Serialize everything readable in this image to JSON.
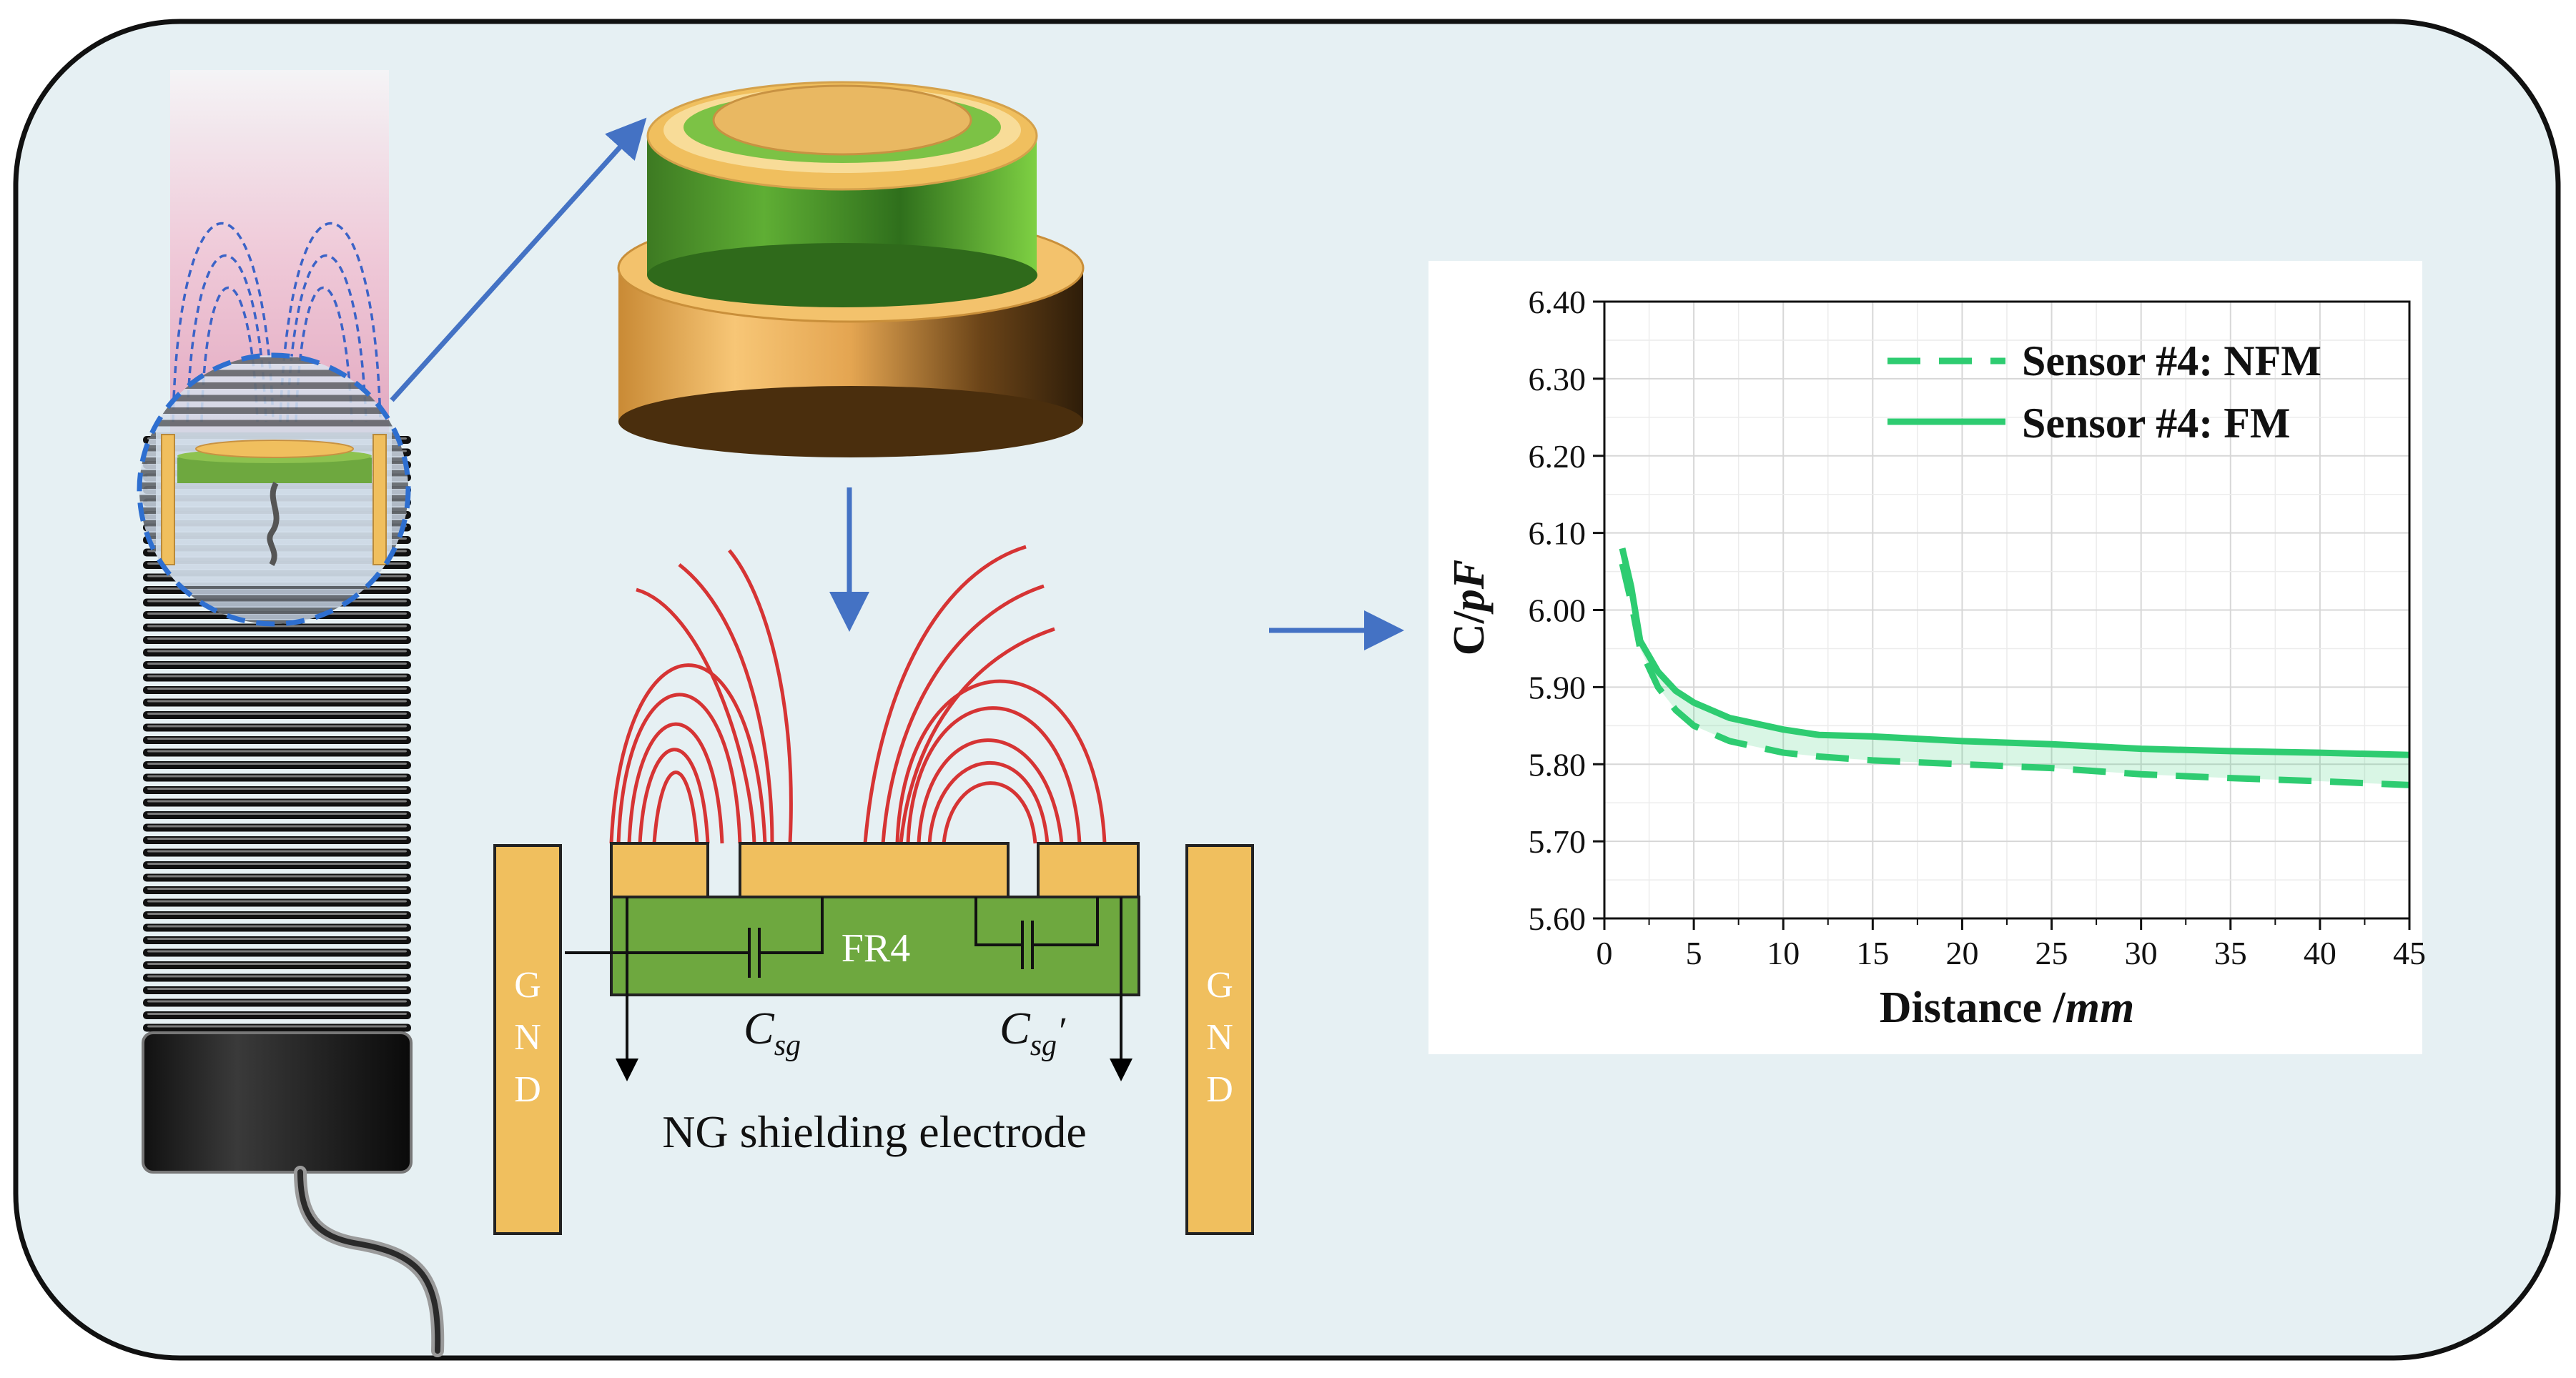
{
  "diagram": {
    "dielectric_label": "FR4",
    "cap_left_symbol": "C",
    "cap_left_sub": "sg",
    "cap_right_symbol": "C",
    "cap_right_sub": "sg",
    "cap_right_prime": "′",
    "gnd_letters": [
      "G",
      "N",
      "D"
    ],
    "shield_label": "NG shielding electrode"
  },
  "colors": {
    "panel_bg": "#e6f0f3",
    "copper": "#f0bf5e",
    "fr4": "#6ea83f",
    "field_lines": "#d63434",
    "arrow": "#4472c4",
    "series": "#2ecc71"
  },
  "chart_data": {
    "type": "line",
    "xlabel_main": "Distance /",
    "xlabel_unit": "mm",
    "ylabel_main": "C/",
    "ylabel_unit": "pF",
    "xlim": [
      0,
      45
    ],
    "ylim": [
      5.6,
      6.4
    ],
    "x_ticks": [
      "0",
      "5",
      "10",
      "15",
      "20",
      "25",
      "30",
      "35",
      "40",
      "45"
    ],
    "y_ticks": [
      "5.60",
      "5.70",
      "5.80",
      "5.90",
      "6.00",
      "6.10",
      "6.20",
      "6.30",
      "6.40"
    ],
    "grid": true,
    "legend_position": "top-right",
    "series": [
      {
        "name": "Sensor #4: NFM",
        "style": "dashed",
        "x": [
          1,
          1.5,
          2,
          3,
          4,
          5,
          7,
          10,
          12,
          15,
          20,
          25,
          30,
          35,
          40,
          45
        ],
        "y": [
          6.06,
          6.01,
          5.95,
          5.9,
          5.87,
          5.85,
          5.83,
          5.815,
          5.81,
          5.805,
          5.8,
          5.795,
          5.787,
          5.782,
          5.778,
          5.773
        ]
      },
      {
        "name": "Sensor #4: FM",
        "style": "solid",
        "x": [
          1,
          1.5,
          2,
          3,
          4,
          5,
          7,
          10,
          12,
          15,
          20,
          25,
          30,
          35,
          40,
          45
        ],
        "y": [
          6.08,
          6.03,
          5.96,
          5.92,
          5.895,
          5.88,
          5.86,
          5.845,
          5.838,
          5.836,
          5.83,
          5.826,
          5.82,
          5.817,
          5.815,
          5.812
        ]
      }
    ]
  }
}
